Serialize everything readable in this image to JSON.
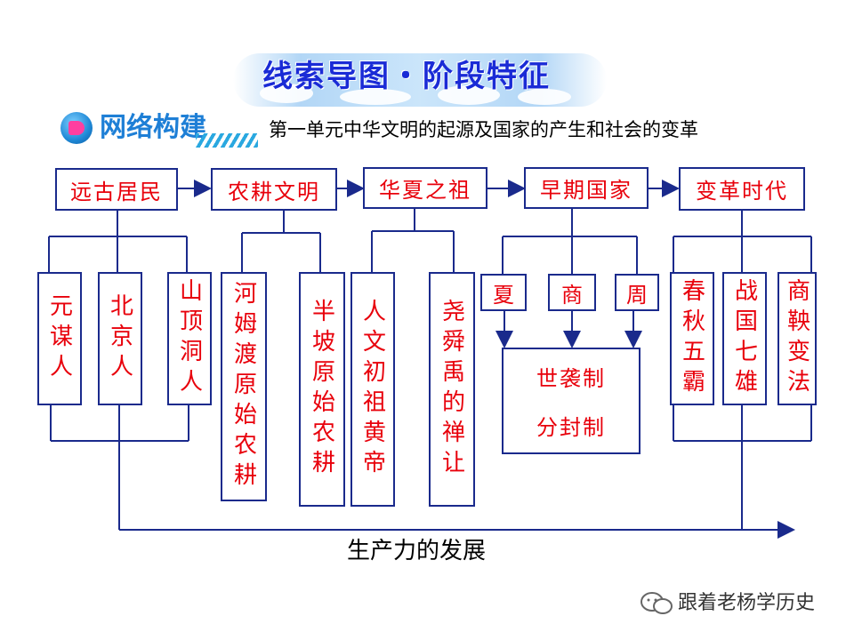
{
  "header": {
    "title": "线索导图・阶段特征",
    "section_label": "网络构建",
    "unit_title": "第一单元中华文明的起源及国家的产生和社会的变革"
  },
  "stages": [
    {
      "label": "远古居民",
      "children": [
        "元谋人",
        "北京人",
        "山顶洞人"
      ]
    },
    {
      "label": "农耕文明",
      "children": [
        "河姆渡原始农耕",
        "半坡原始农耕"
      ]
    },
    {
      "label": "华夏之祖",
      "children": [
        "人文初祖黄帝",
        "尧舜禹的禅让"
      ]
    },
    {
      "label": "早期国家",
      "children": [
        "夏",
        "商",
        "周"
      ],
      "systems": [
        "世袭制",
        "分封制"
      ]
    },
    {
      "label": "变革时代",
      "children": [
        "春秋五霸",
        "战国七雄",
        "商鞅变法"
      ]
    }
  ],
  "bottom_label": "生产力的发展",
  "watermark": "跟着老杨学历史",
  "colors": {
    "box_border": "#1a2a8c",
    "box_text": "#e8000b",
    "title": "#1a2bd6",
    "arrow": "#1a2a8c"
  }
}
